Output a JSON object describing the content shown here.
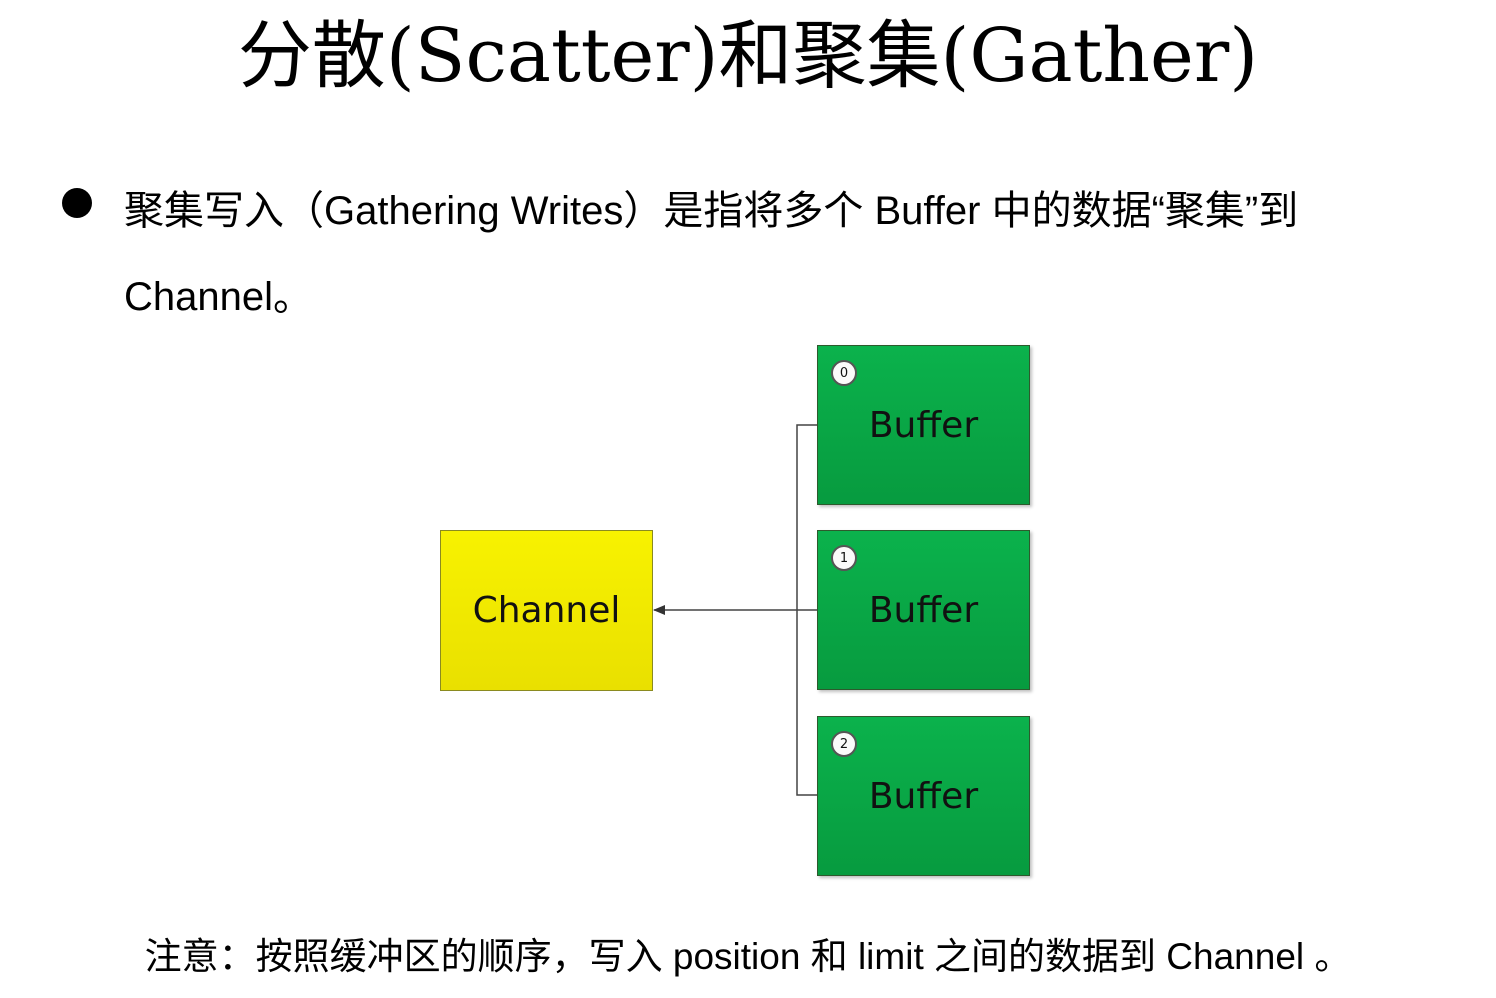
{
  "title": "分散(Scatter)和聚集(Gather)",
  "bullet": {
    "text": "聚集写入（Gathering Writes）是指将多个 Buffer 中的数据“聚集”到 Channel。"
  },
  "diagram": {
    "channel": {
      "label": "Channel",
      "color": "#f5ef00"
    },
    "buffers": [
      {
        "index": "0",
        "label": "Buffer",
        "color": "#09a947"
      },
      {
        "index": "1",
        "label": "Buffer",
        "color": "#09a947"
      },
      {
        "index": "2",
        "label": "Buffer",
        "color": "#09a947"
      }
    ]
  },
  "note": "注意：按照缓冲区的顺序，写入 position 和 limit 之间的数据到 Channel 。"
}
